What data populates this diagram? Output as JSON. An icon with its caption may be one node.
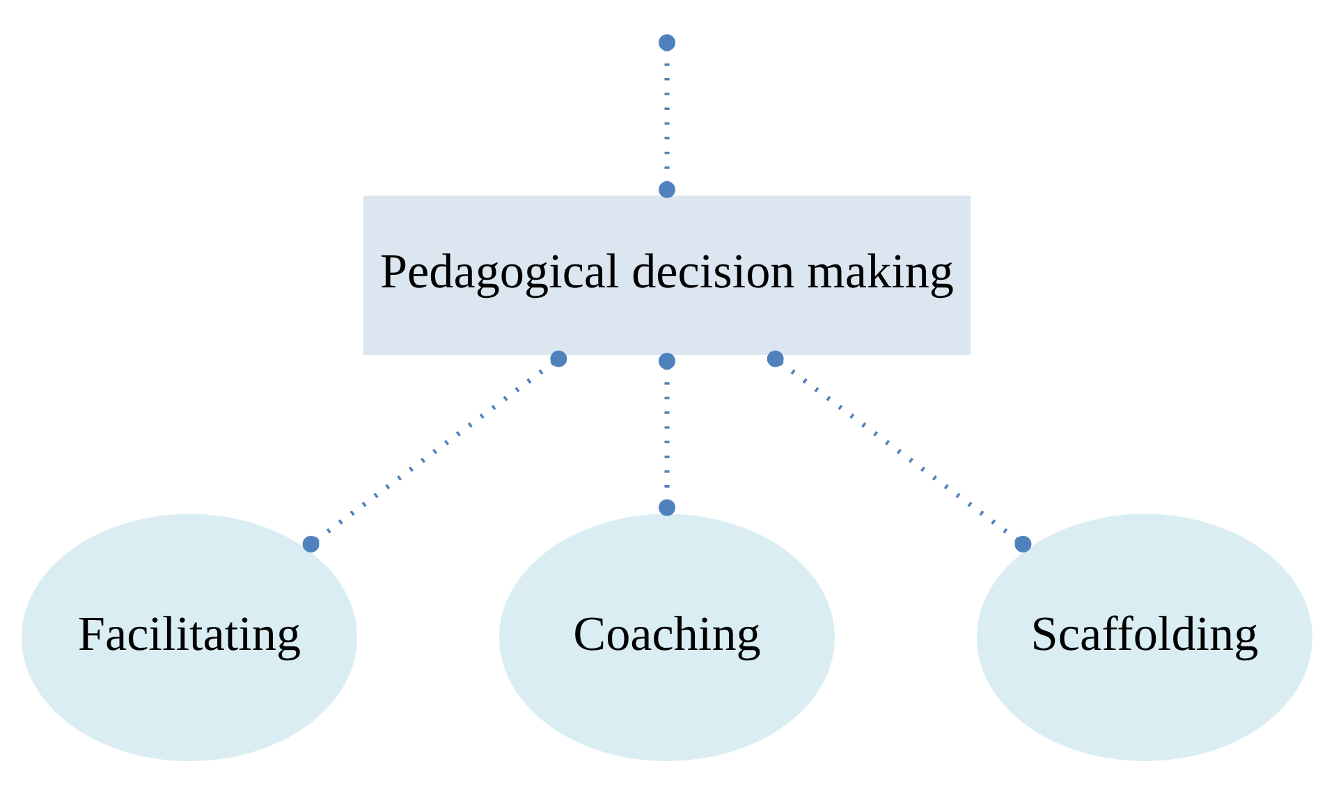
{
  "diagram": {
    "nodes": [
      {
        "text": [
          "Pedagogical decision making"
        ]
      },
      {
        "text": [
          "Facilitating"
        ]
      },
      {
        "text": [
          "Coaching"
        ]
      },
      {
        "text": [
          "Scaffolding"
        ]
      }
    ],
    "edges": [
      {
        "from": null,
        "to": 0,
        "arrow": "other",
        "style": "dashed"
      },
      {
        "from": 0,
        "to": 1,
        "arrow": "other",
        "style": "dashed"
      },
      {
        "from": 0,
        "to": 2,
        "arrow": "other",
        "style": "dashed"
      },
      {
        "from": 0,
        "to": 3,
        "arrow": "other",
        "style": "dashed"
      }
    ]
  }
}
